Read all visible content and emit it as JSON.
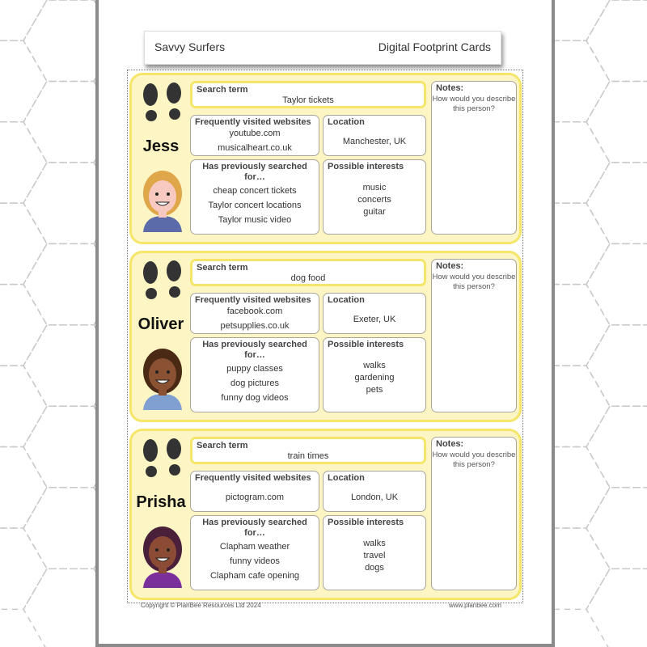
{
  "header": {
    "left_title": "Savvy Surfers",
    "right_title": "Digital Footprint Cards"
  },
  "labels": {
    "search_term": "Search term",
    "websites": "Frequently visited websites",
    "location": "Location",
    "previous": "Has previously searched for…",
    "interests": "Possible interests",
    "notes": "Notes:",
    "notes_prompt": "How would you describe this person?"
  },
  "cards": [
    {
      "name": "Jess",
      "search_term": "Taylor tickets",
      "websites": [
        "youtube.com",
        "musicalheart.co.uk"
      ],
      "location": "Manchester, UK",
      "previous": [
        "cheap concert tickets",
        "Taylor concert locations",
        "Taylor music video"
      ],
      "interests": [
        "music",
        "concerts",
        "guitar"
      ],
      "skin": "#f7c9c0",
      "hair": "#e0a64a",
      "shirt": "#5b6aa8"
    },
    {
      "name": "Oliver",
      "search_term": "dog food",
      "websites": [
        "facebook.com",
        "petsupplies.co.uk"
      ],
      "location": "Exeter, UK",
      "previous": [
        "puppy classes",
        "dog pictures",
        "funny dog videos"
      ],
      "interests": [
        "walks",
        "gardening",
        "pets"
      ],
      "skin": "#8a5232",
      "hair": "#4a2a14",
      "shirt": "#7fa0d0"
    },
    {
      "name": "Prisha",
      "search_term": "train times",
      "websites": [
        "pictogram.com"
      ],
      "location": "London, UK",
      "previous": [
        "Clapham weather",
        "funny videos",
        "Clapham cafe opening"
      ],
      "interests": [
        "walks",
        "travel",
        "dogs"
      ],
      "skin": "#8c4b34",
      "hair": "#4a1f3a",
      "shirt": "#7a2f9a"
    }
  ],
  "footer": {
    "copyright": "Copyright © PlanBee Resources Ltd 2024",
    "website": "www.planbee.com"
  }
}
